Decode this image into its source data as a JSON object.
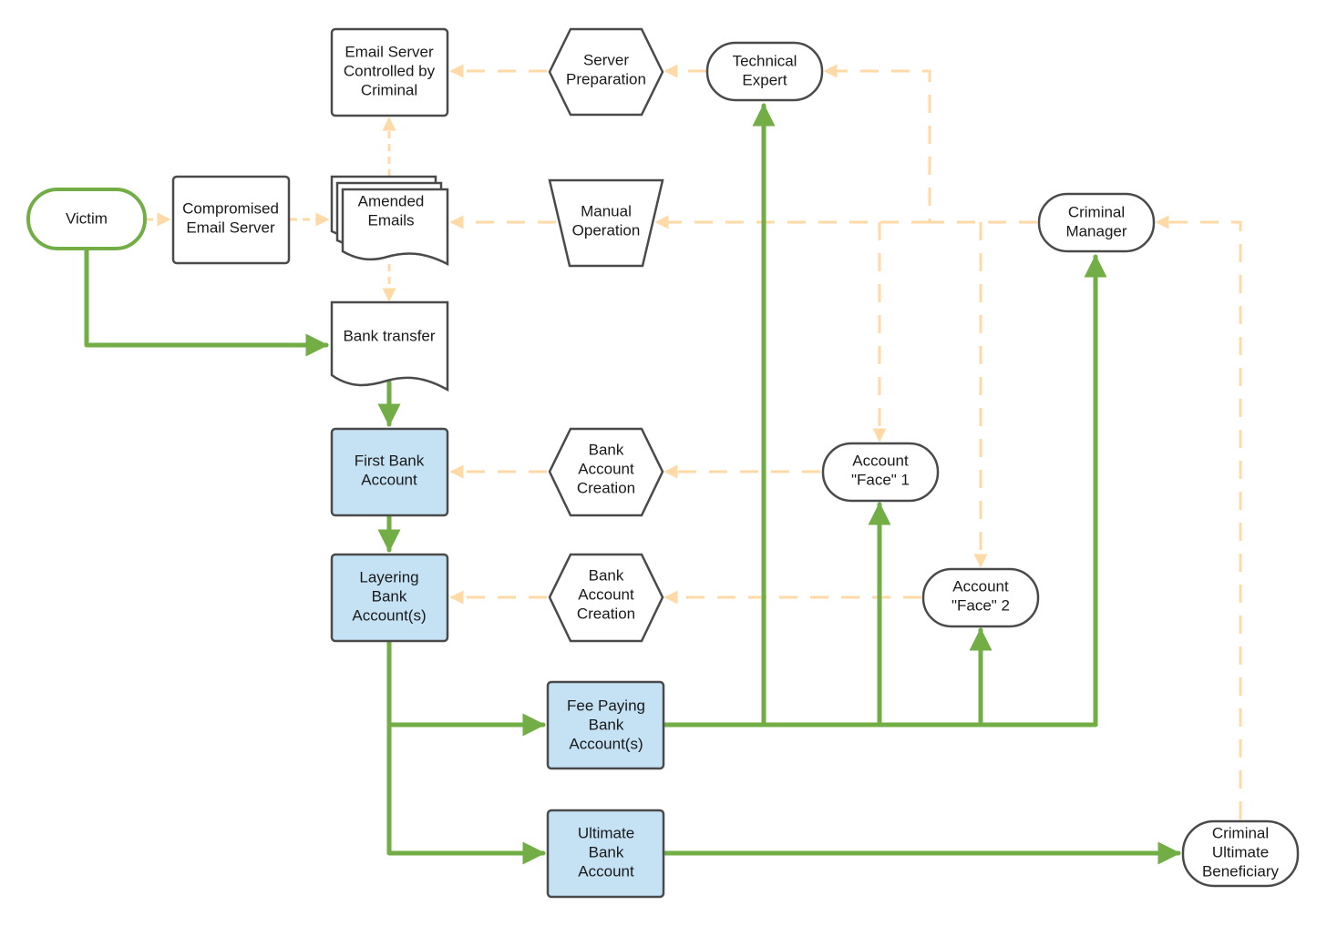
{
  "nodes": {
    "victim": "Victim",
    "compromised_server": [
      "Compromised",
      "Email Server"
    ],
    "email_server_criminal": [
      "Email Server",
      "Controlled by",
      "Criminal"
    ],
    "amended_emails": [
      "Amended",
      "Emails"
    ],
    "bank_transfer": [
      "Bank transfer"
    ],
    "server_preparation": [
      "Server",
      "Preparation"
    ],
    "technical_expert": [
      "Technical",
      "Expert"
    ],
    "manual_operation": [
      "Manual",
      "Operation"
    ],
    "criminal_manager": [
      "Criminal",
      "Manager"
    ],
    "first_bank_account": [
      "First Bank",
      "Account"
    ],
    "bank_account_creation_1": [
      "Bank",
      "Account",
      "Creation"
    ],
    "account_face_1": [
      "Account",
      "\"Face\" 1"
    ],
    "layering_bank_accounts": [
      "Layering",
      "Bank",
      "Account(s)"
    ],
    "bank_account_creation_2": [
      "Bank",
      "Account",
      "Creation"
    ],
    "account_face_2": [
      "Account",
      "\"Face\" 2"
    ],
    "fee_paying_bank_accounts": [
      "Fee Paying",
      "Bank",
      "Account(s)"
    ],
    "ultimate_bank_account": [
      "Ultimate",
      "Bank",
      "Account"
    ],
    "criminal_ultimate_beneficiary": [
      "Criminal",
      "Ultimate",
      "Beneficiary"
    ]
  },
  "colors": {
    "money_flow": "#72ad45",
    "control_flow": "#ffd9a6",
    "bank_account_fill": "#c4e2f4",
    "node_border": "#4a4a4a"
  }
}
